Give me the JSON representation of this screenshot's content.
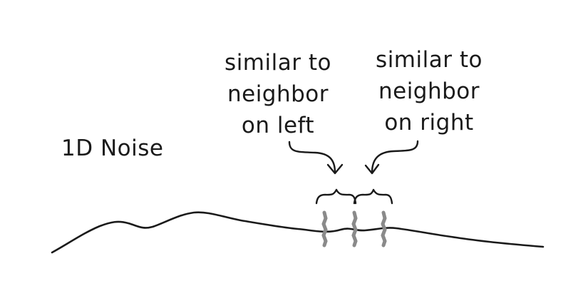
{
  "diagram": {
    "title": "1D Noise",
    "annotations": [
      {
        "id": "left",
        "lines": [
          "similar to",
          "neighbor",
          "on left"
        ]
      },
      {
        "id": "right",
        "lines": [
          "similar to",
          "neighbor",
          "on right"
        ]
      }
    ],
    "colors": {
      "ink": "#1a1a1a",
      "sample_marks": "#8a8a8a"
    }
  }
}
